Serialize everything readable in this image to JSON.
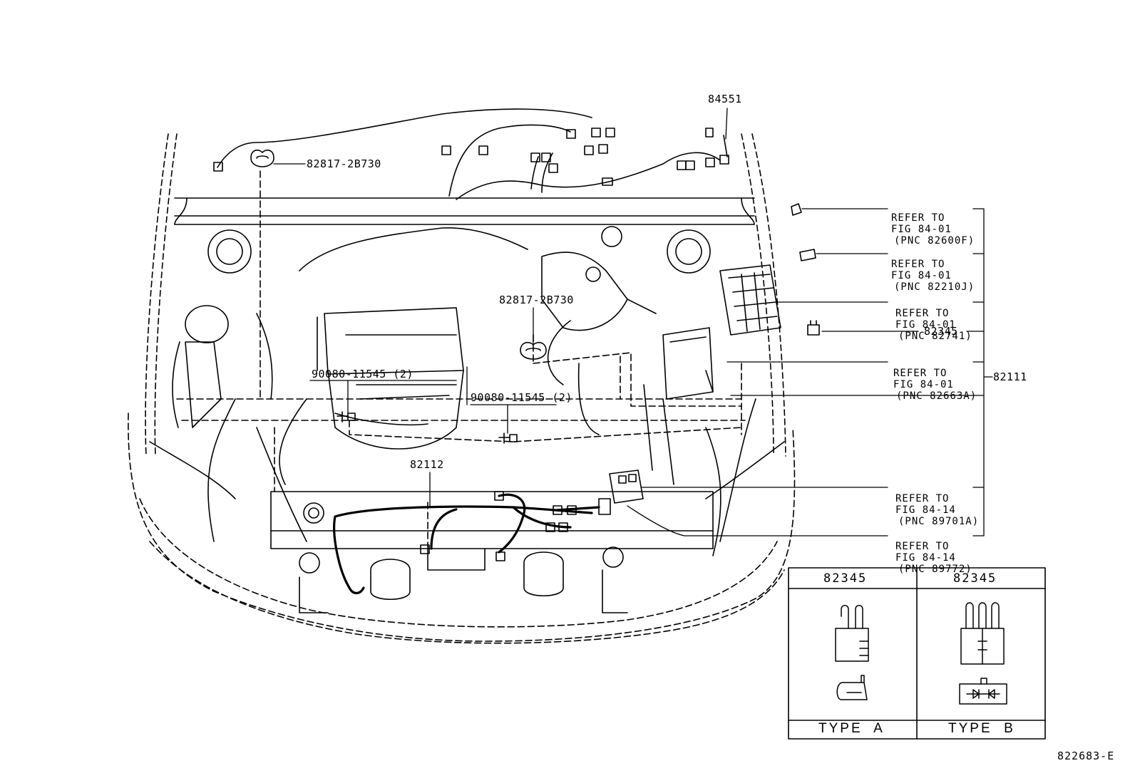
{
  "part_labels": {
    "p84551": "84551",
    "p82817_top": "82817-2B730",
    "p82817_mid": "82817-2B730",
    "p90080_left": "90080-11545 (2)",
    "p90080_right": "90080-11545 (2)",
    "p82112": "82112",
    "p82345": "82345",
    "p82111": "82111"
  },
  "references": [
    {
      "line1": "REFER TO",
      "line2": "FIG 84-01",
      "line3": "(PNC 82600F)"
    },
    {
      "line1": "REFER TO",
      "line2": "FIG 84-01",
      "line3": "(PNC 82210J)"
    },
    {
      "line1": "REFER TO",
      "line2": "FIG 84-01",
      "line3": "(PNC 82741)"
    },
    {
      "line1": "REFER TO",
      "line2": "FIG 84-01",
      "line3": "(PNC 82663A)"
    },
    {
      "line1": "REFER TO",
      "line2": "FIG 84-14",
      "line3": "(PNC 89701A)"
    },
    {
      "line1": "REFER TO",
      "line2": "FIG 84-14",
      "line3": "(PNC 89772)"
    }
  ],
  "type_table": {
    "col_a": {
      "part": "82345",
      "type": "TYPE  A"
    },
    "col_b": {
      "part": "82345",
      "type": "TYPE  B"
    }
  },
  "figure_id": "822683-E"
}
